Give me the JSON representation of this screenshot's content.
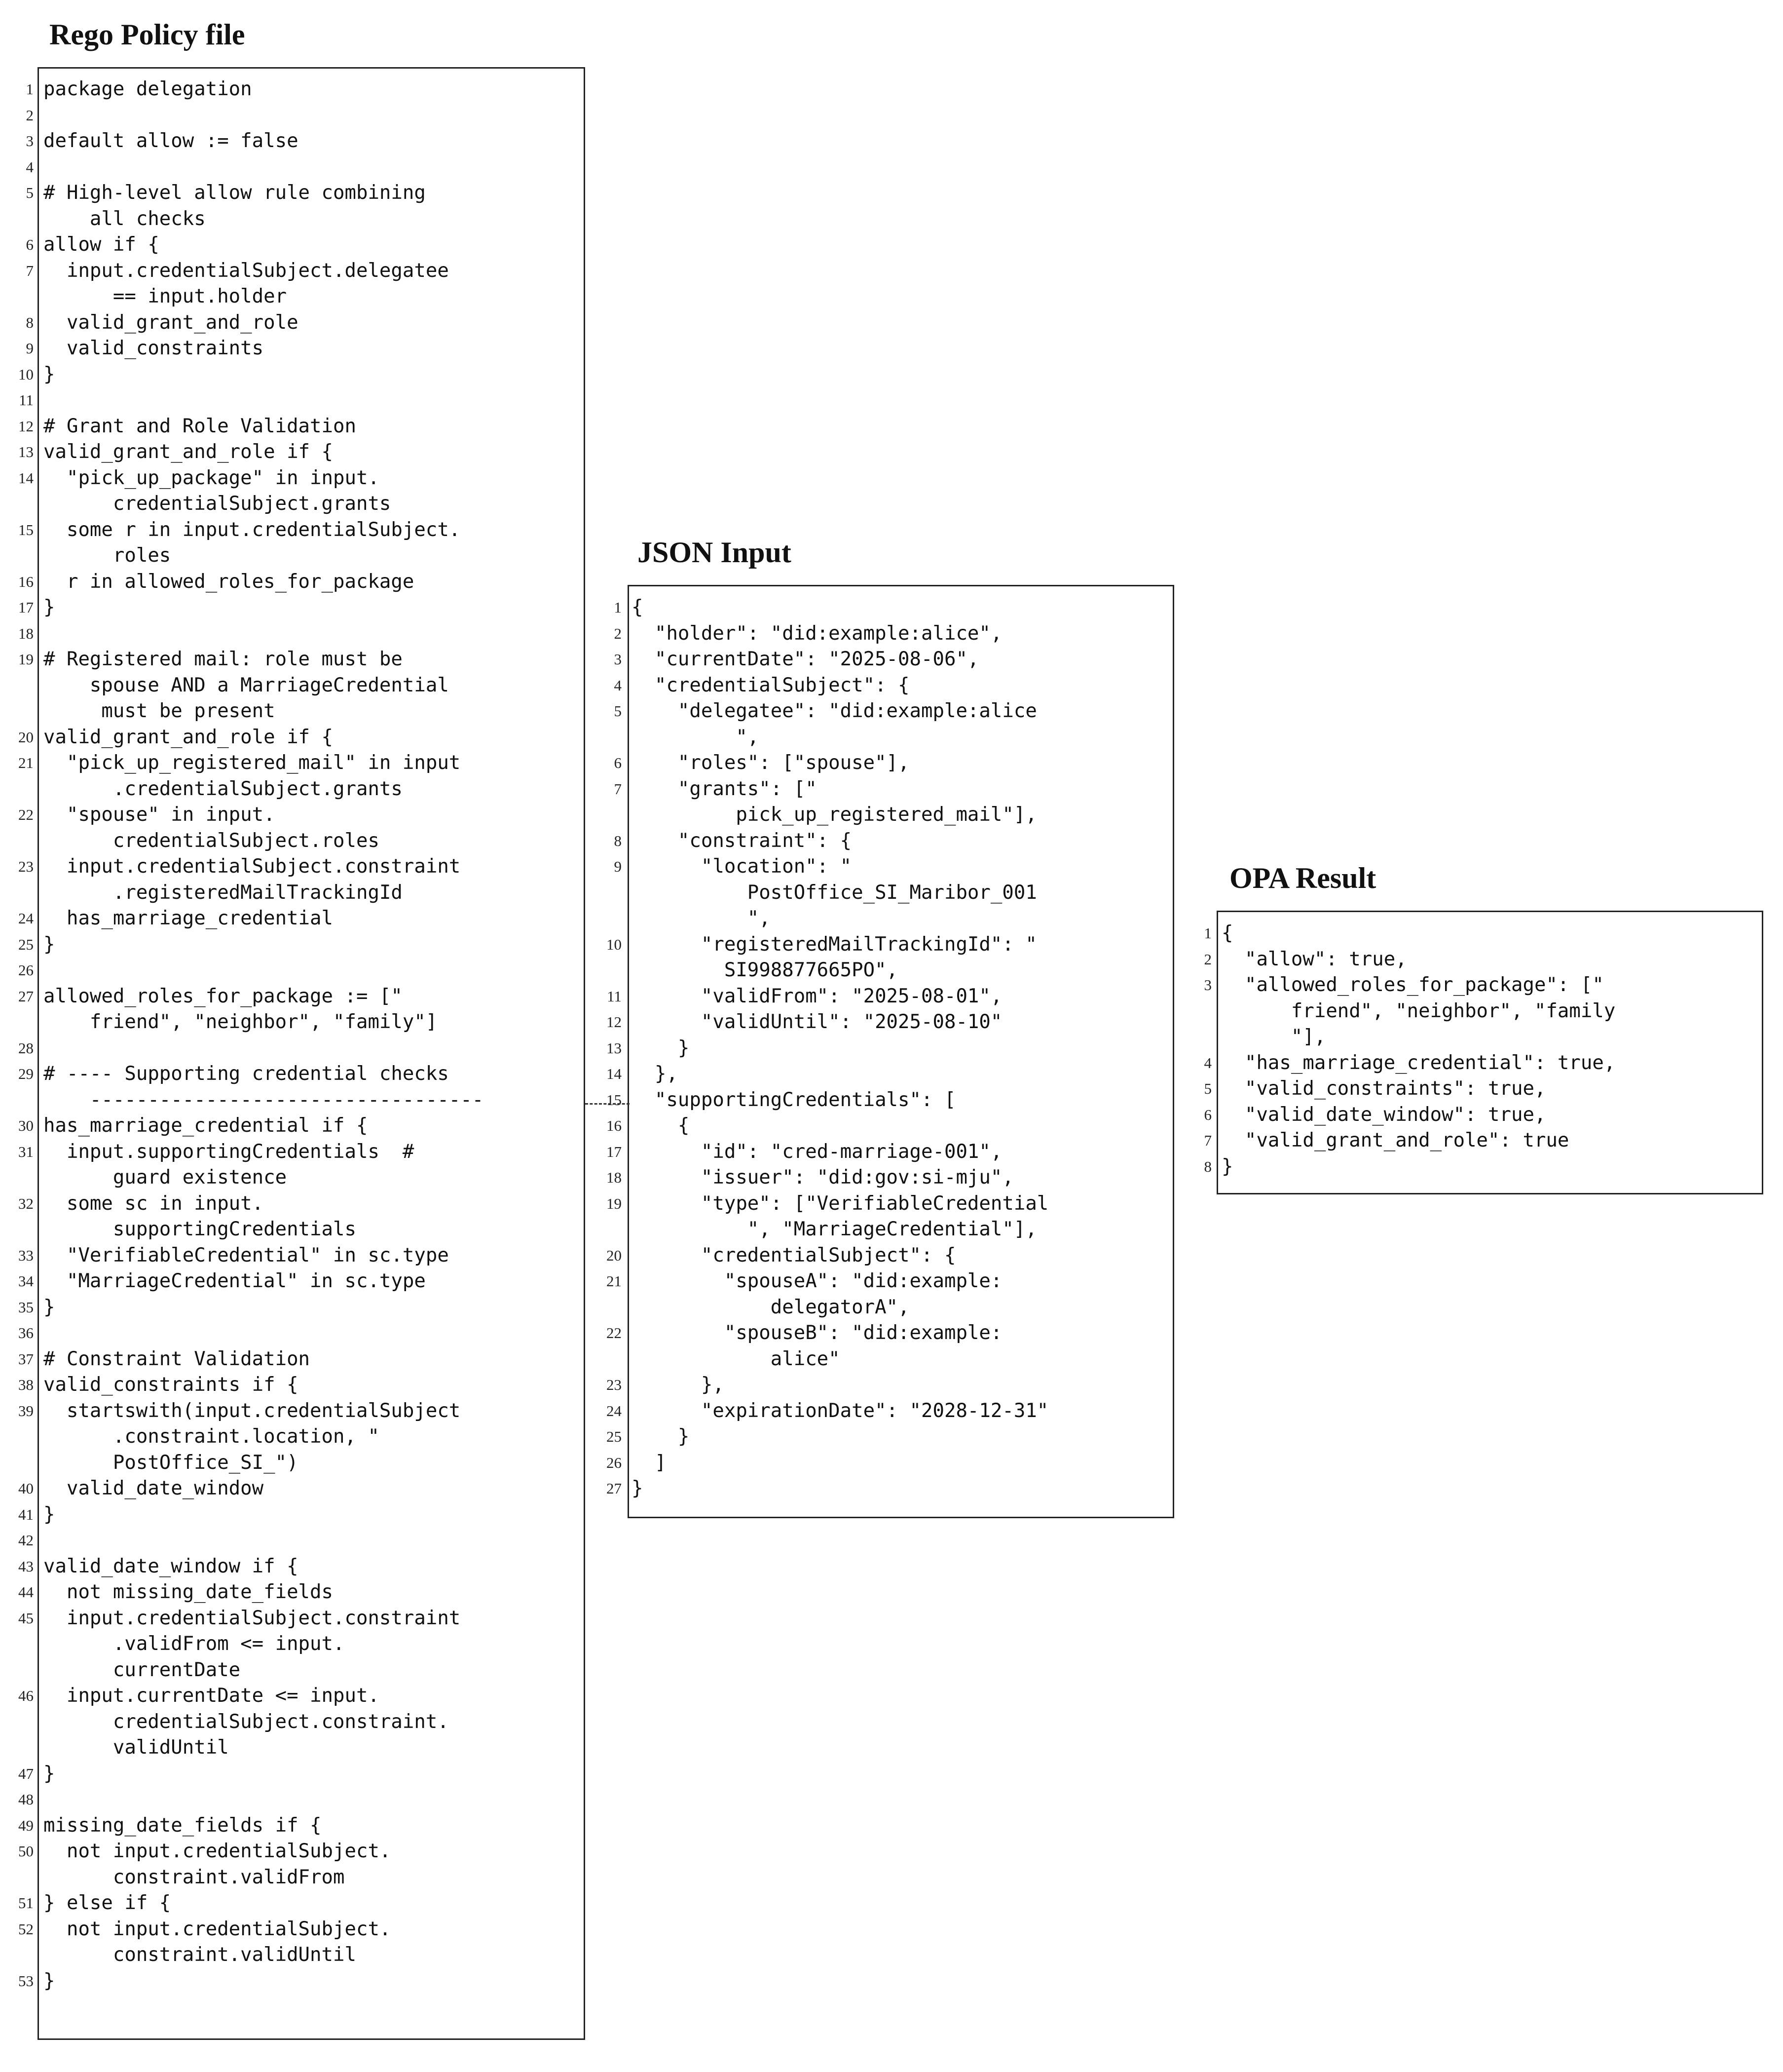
{
  "panels": {
    "rego": {
      "title": "Rego Policy file",
      "lines": [
        {
          "n": "1",
          "t": "package delegation"
        },
        {
          "n": "2",
          "t": ""
        },
        {
          "n": "3",
          "t": "default allow := false"
        },
        {
          "n": "4",
          "t": ""
        },
        {
          "n": "5",
          "t": "# High-level allow rule combining"
        },
        {
          "n": "",
          "t": "    all checks"
        },
        {
          "n": "6",
          "t": "allow if {"
        },
        {
          "n": "7",
          "t": "  input.credentialSubject.delegatee"
        },
        {
          "n": "",
          "t": "      == input.holder"
        },
        {
          "n": "8",
          "t": "  valid_grant_and_role"
        },
        {
          "n": "9",
          "t": "  valid_constraints"
        },
        {
          "n": "10",
          "t": "}"
        },
        {
          "n": "11",
          "t": ""
        },
        {
          "n": "12",
          "t": "# Grant and Role Validation"
        },
        {
          "n": "13",
          "t": "valid_grant_and_role if {"
        },
        {
          "n": "14",
          "t": "  \"pick_up_package\" in input."
        },
        {
          "n": "",
          "t": "      credentialSubject.grants"
        },
        {
          "n": "15",
          "t": "  some r in input.credentialSubject."
        },
        {
          "n": "",
          "t": "      roles"
        },
        {
          "n": "16",
          "t": "  r in allowed_roles_for_package"
        },
        {
          "n": "17",
          "t": "}"
        },
        {
          "n": "18",
          "t": ""
        },
        {
          "n": "19",
          "t": "# Registered mail: role must be"
        },
        {
          "n": "",
          "t": "    spouse AND a MarriageCredential"
        },
        {
          "n": "",
          "t": "     must be present"
        },
        {
          "n": "20",
          "t": "valid_grant_and_role if {"
        },
        {
          "n": "21",
          "t": "  \"pick_up_registered_mail\" in input"
        },
        {
          "n": "",
          "t": "      .credentialSubject.grants"
        },
        {
          "n": "22",
          "t": "  \"spouse\" in input."
        },
        {
          "n": "",
          "t": "      credentialSubject.roles"
        },
        {
          "n": "23",
          "t": "  input.credentialSubject.constraint"
        },
        {
          "n": "",
          "t": "      .registeredMailTrackingId"
        },
        {
          "n": "24",
          "t": "  has_marriage_credential"
        },
        {
          "n": "25",
          "t": "}"
        },
        {
          "n": "26",
          "t": ""
        },
        {
          "n": "27",
          "t": "allowed_roles_for_package := [\""
        },
        {
          "n": "",
          "t": "    friend\", \"neighbor\", \"family\"]"
        },
        {
          "n": "28",
          "t": ""
        },
        {
          "n": "29",
          "t": "# ---- Supporting credential checks"
        },
        {
          "n": "",
          "t": "    ----------------------------------"
        },
        {
          "n": "30",
          "t": "has_marriage_credential if {"
        },
        {
          "n": "31",
          "t": "  input.supportingCredentials  #"
        },
        {
          "n": "",
          "t": "      guard existence"
        },
        {
          "n": "32",
          "t": "  some sc in input."
        },
        {
          "n": "",
          "t": "      supportingCredentials"
        },
        {
          "n": "33",
          "t": "  \"VerifiableCredential\" in sc.type"
        },
        {
          "n": "34",
          "t": "  \"MarriageCredential\" in sc.type"
        },
        {
          "n": "35",
          "t": "}"
        },
        {
          "n": "36",
          "t": ""
        },
        {
          "n": "37",
          "t": "# Constraint Validation"
        },
        {
          "n": "38",
          "t": "valid_constraints if {"
        },
        {
          "n": "39",
          "t": "  startswith(input.credentialSubject"
        },
        {
          "n": "",
          "t": "      .constraint.location, \""
        },
        {
          "n": "",
          "t": "      PostOffice_SI_\")"
        },
        {
          "n": "40",
          "t": "  valid_date_window"
        },
        {
          "n": "41",
          "t": "}"
        },
        {
          "n": "42",
          "t": ""
        },
        {
          "n": "43",
          "t": "valid_date_window if {"
        },
        {
          "n": "44",
          "t": "  not missing_date_fields"
        },
        {
          "n": "45",
          "t": "  input.credentialSubject.constraint"
        },
        {
          "n": "",
          "t": "      .validFrom <= input."
        },
        {
          "n": "",
          "t": "      currentDate"
        },
        {
          "n": "46",
          "t": "  input.currentDate <= input."
        },
        {
          "n": "",
          "t": "      credentialSubject.constraint."
        },
        {
          "n": "",
          "t": "      validUntil"
        },
        {
          "n": "47",
          "t": "}"
        },
        {
          "n": "48",
          "t": ""
        },
        {
          "n": "49",
          "t": "missing_date_fields if {"
        },
        {
          "n": "50",
          "t": "  not input.credentialSubject."
        },
        {
          "n": "",
          "t": "      constraint.validFrom"
        },
        {
          "n": "51",
          "t": "} else if {"
        },
        {
          "n": "52",
          "t": "  not input.credentialSubject."
        },
        {
          "n": "",
          "t": "      constraint.validUntil"
        },
        {
          "n": "53",
          "t": "}"
        }
      ]
    },
    "json": {
      "title": "JSON Input",
      "lines": [
        {
          "n": "1",
          "t": "{"
        },
        {
          "n": "2",
          "t": "  \"holder\": \"did:example:alice\","
        },
        {
          "n": "3",
          "t": "  \"currentDate\": \"2025-08-06\","
        },
        {
          "n": "4",
          "t": "  \"credentialSubject\": {"
        },
        {
          "n": "5",
          "t": "    \"delegatee\": \"did:example:alice"
        },
        {
          "n": "",
          "t": "         \","
        },
        {
          "n": "6",
          "t": "    \"roles\": [\"spouse\"],"
        },
        {
          "n": "7",
          "t": "    \"grants\": [\""
        },
        {
          "n": "",
          "t": "         pick_up_registered_mail\"],"
        },
        {
          "n": "8",
          "t": "    \"constraint\": {"
        },
        {
          "n": "9",
          "t": "      \"location\": \""
        },
        {
          "n": "",
          "t": "          PostOffice_SI_Maribor_001"
        },
        {
          "n": "",
          "t": "          \","
        },
        {
          "n": "10",
          "t": "      \"registeredMailTrackingId\": \""
        },
        {
          "n": "",
          "t": "        SI998877665PO\","
        },
        {
          "n": "11",
          "t": "      \"validFrom\": \"2025-08-01\","
        },
        {
          "n": "12",
          "t": "      \"validUntil\": \"2025-08-10\""
        },
        {
          "n": "13",
          "t": "    }"
        },
        {
          "n": "14",
          "t": "  },"
        },
        {
          "n": "15",
          "t": "  \"supportingCredentials\": ["
        },
        {
          "n": "16",
          "t": "    {"
        },
        {
          "n": "17",
          "t": "      \"id\": \"cred-marriage-001\","
        },
        {
          "n": "18",
          "t": "      \"issuer\": \"did:gov:si-mju\","
        },
        {
          "n": "19",
          "t": "      \"type\": [\"VerifiableCredential"
        },
        {
          "n": "",
          "t": "          \", \"MarriageCredential\"],"
        },
        {
          "n": "20",
          "t": "      \"credentialSubject\": {"
        },
        {
          "n": "21",
          "t": "        \"spouseA\": \"did:example:"
        },
        {
          "n": "",
          "t": "            delegatorA\","
        },
        {
          "n": "22",
          "t": "        \"spouseB\": \"did:example:"
        },
        {
          "n": "",
          "t": "            alice\""
        },
        {
          "n": "23",
          "t": "      },"
        },
        {
          "n": "24",
          "t": "      \"expirationDate\": \"2028-12-31\""
        },
        {
          "n": "25",
          "t": "    }"
        },
        {
          "n": "26",
          "t": "  ]"
        },
        {
          "n": "27",
          "t": "}"
        }
      ]
    },
    "opa": {
      "title": "OPA Result",
      "lines": [
        {
          "n": "1",
          "t": "{"
        },
        {
          "n": "2",
          "t": "  \"allow\": true,"
        },
        {
          "n": "3",
          "t": "  \"allowed_roles_for_package\": [\""
        },
        {
          "n": "",
          "t": "      friend\", \"neighbor\", \"family"
        },
        {
          "n": "",
          "t": "      \"],"
        },
        {
          "n": "4",
          "t": "  \"has_marriage_credential\": true,"
        },
        {
          "n": "5",
          "t": "  \"valid_constraints\": true,"
        },
        {
          "n": "6",
          "t": "  \"valid_date_window\": true,"
        },
        {
          "n": "7",
          "t": "  \"valid_grant_and_role\": true"
        },
        {
          "n": "8",
          "t": "}"
        }
      ]
    }
  }
}
